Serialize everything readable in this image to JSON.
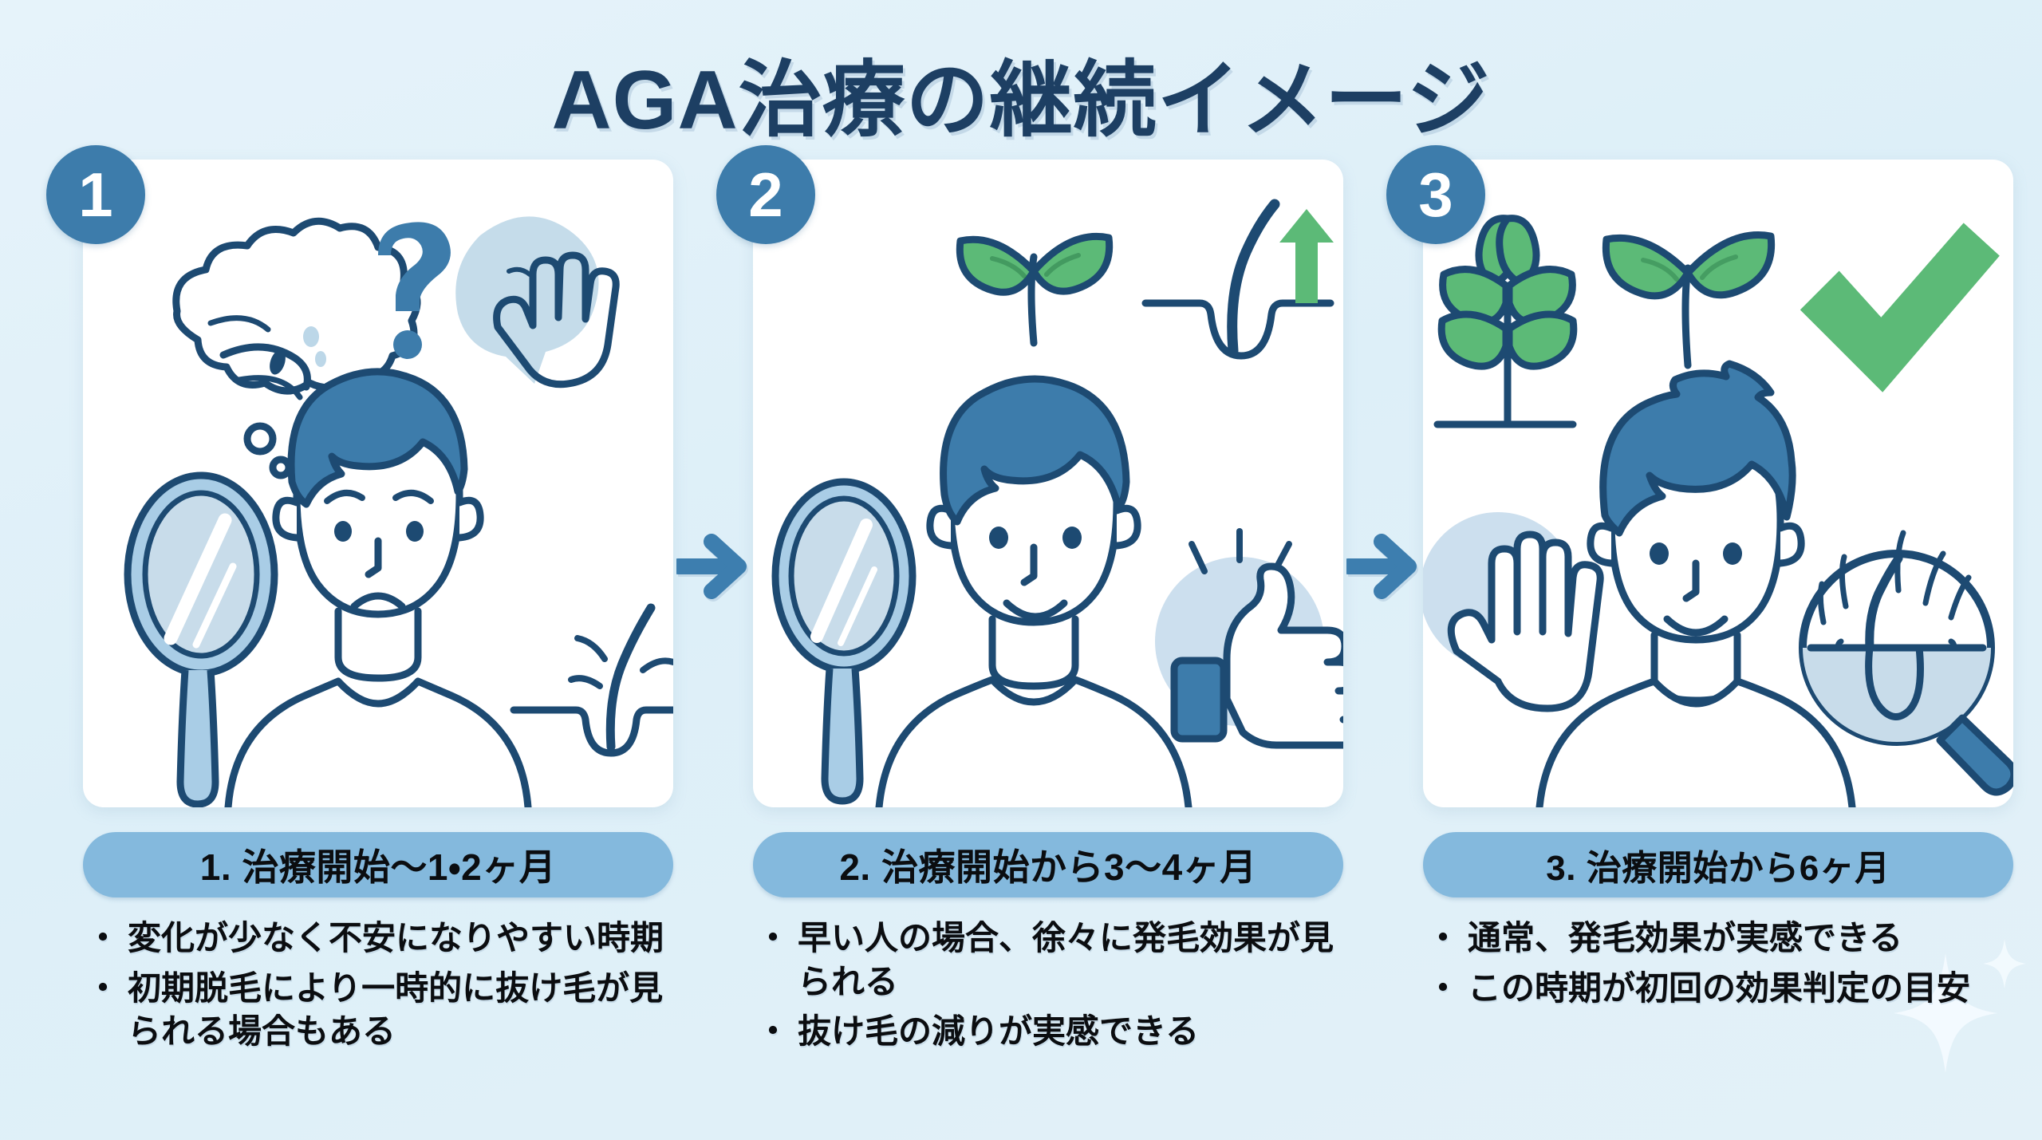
{
  "page": {
    "title": "AGA治療の継続イメージ",
    "background_color": "#e2f1f9",
    "title_color": "#1d3f63",
    "accent_blue": "#3d7cab",
    "pill_blue": "#84b9dd",
    "green": "#5cba77",
    "line_navy": "#1d4a72"
  },
  "steps": [
    {
      "badge": "1",
      "pill_label": "1. 治療開始〜1・2ヶ月",
      "bullet_marker": "・",
      "bullets": [
        "変化が少なく不安になりやすい時期",
        "初期脱毛により一時的に抜け毛が見られる場合もある"
      ],
      "icons": [
        "thought-bubble-icon",
        "question-mark-icon",
        "hand-speech-bubble-icon",
        "hand-mirror-icon",
        "worried-man-icon",
        "hair-follicle-icon"
      ]
    },
    {
      "badge": "2",
      "pill_label": "2. 治療開始から3〜4ヶ月",
      "bullet_marker": "・",
      "bullets": [
        "早い人の場合、徐々に発毛効果が見られる",
        "抜け毛の減りが実感できる"
      ],
      "icons": [
        "sprout-icon",
        "hair-follicle-growth-icon",
        "green-up-arrow-icon",
        "smiling-man-icon",
        "hand-mirror-icon",
        "thumbs-up-icon"
      ]
    },
    {
      "badge": "3",
      "pill_label": "3. 治療開始から6ヶ月",
      "bullet_marker": "・",
      "bullets": [
        "通常、発毛効果が実感できる",
        "この時期が初回の効果判定の目安"
      ],
      "icons": [
        "plant-icon",
        "sprout-icon",
        "green-check-icon",
        "hand-icon",
        "happy-man-icon",
        "magnifier-scalp-icon"
      ]
    }
  ],
  "connectors": [
    {
      "name": "arrow-1-to-2",
      "direction": "right"
    },
    {
      "name": "arrow-2-to-3",
      "direction": "right"
    }
  ]
}
